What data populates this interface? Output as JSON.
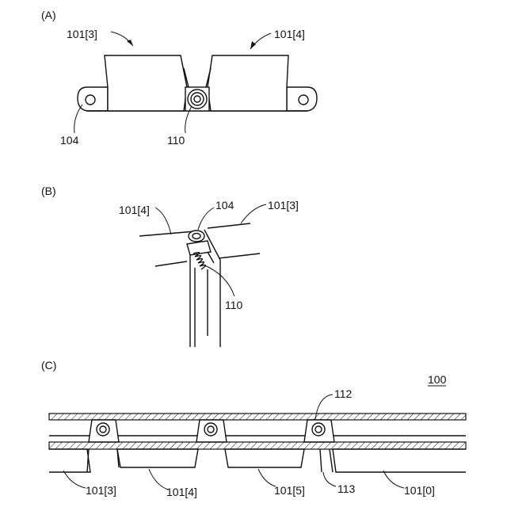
{
  "panels": {
    "a": {
      "label": "(A)",
      "callouts": {
        "left_box": "101[3]",
        "right_box": "101[4]",
        "flange": "104",
        "hinge": "110"
      }
    },
    "b": {
      "label": "(B)",
      "callouts": {
        "left_panel": "101[4]",
        "hinge_pin": "104",
        "right_panel": "101[3]",
        "spring": "110"
      }
    },
    "c": {
      "label": "(C)",
      "assembly": "100",
      "callouts": {
        "roller": "112",
        "panel_3": "101[3]",
        "panel_4": "101[4]",
        "panel_5": "101[5]",
        "joint": "113",
        "panel_0": "101[0]"
      }
    }
  },
  "colors": {
    "line": "#111111",
    "background": "#ffffff"
  }
}
